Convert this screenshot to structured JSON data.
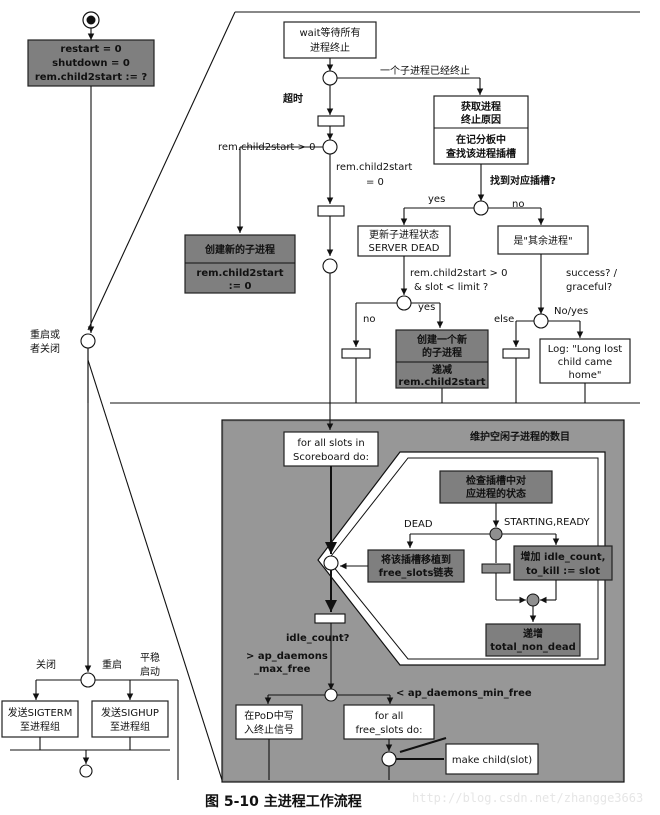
{
  "initial_state": {
    "lines": [
      "restart = 0",
      "shutdown = 0",
      "rem.child2start := ?"
    ]
  },
  "wait_box": [
    "wait等待所有",
    "进程终止"
  ],
  "timeout_label": "超时",
  "child_exit_label": "一个子进程已经终止",
  "get_reason_box": [
    "获取进程",
    "终止原因"
  ],
  "find_slot_box": [
    "在记分板中",
    "查找该进程插槽"
  ],
  "found_slot_label": "找到对应插槽?",
  "yes_label": "yes",
  "no_label": "no",
  "rem_gt0_label": "rem.child2start > 0",
  "rem_eq0_label": [
    "rem.child2start",
    "= 0"
  ],
  "create_child_box": [
    "创建新的子进程",
    "rem.child2start",
    ":= 0"
  ],
  "update_state_box": [
    "更新子进程状态",
    "SERVER DEAD"
  ],
  "other_process_box": "是\"其余进程\"",
  "rem_slot_condition": [
    "rem.child2start > 0",
    "& slot < limit ?"
  ],
  "success_graceful": [
    "success? /",
    "graceful?"
  ],
  "yes2_label": "yes",
  "no2_label": "no",
  "else_label": "else",
  "no_yes_label": "No/yes",
  "create_one_box": [
    "创建一个新",
    "的子进程",
    "递减",
    "rem.child2start"
  ],
  "log_box": [
    "Log: \"Long lost",
    "child came",
    "home\""
  ],
  "restart_or_close": [
    "重启或",
    "者关闭"
  ],
  "maintenance_title": "维护空闲子进程的数目",
  "for_all_slots": [
    "for all slots in",
    "Scoreboard do:"
  ],
  "check_slot_box": [
    "检查插槽中对",
    "应进程的状态"
  ],
  "dead_label": "DEAD",
  "starting_ready_label": "STARTING,READY",
  "move_slot_box": [
    "将该插槽移植到",
    "free_slots链表"
  ],
  "add_idle_box": [
    "增加 idle_count,",
    "to_kill := slot"
  ],
  "increment_box": [
    "递增",
    "total_non_dead"
  ],
  "idle_count_label": "idle_count?",
  "gt_max_free_label": [
    "> ap_daemons",
    "_max_free"
  ],
  "lt_min_free_label": "< ap_daemons_min_free",
  "pod_box": [
    "在PoD中写",
    "入终止信号"
  ],
  "for_all_free_slots": [
    "for all",
    "free_slots do:"
  ],
  "make_child_box": "make child(slot)",
  "close_label": "关闭",
  "restart_label": "重启",
  "graceful_label": [
    "平稳",
    "启动"
  ],
  "sigterm_box": [
    "发送SIGTERM",
    "至进程组"
  ],
  "sighup_box": [
    "发送SIGHUP",
    "至进程组"
  ],
  "caption": "图 5-10   主进程工作流程",
  "watermark": "http://blog.csdn.net/zhangge3663"
}
